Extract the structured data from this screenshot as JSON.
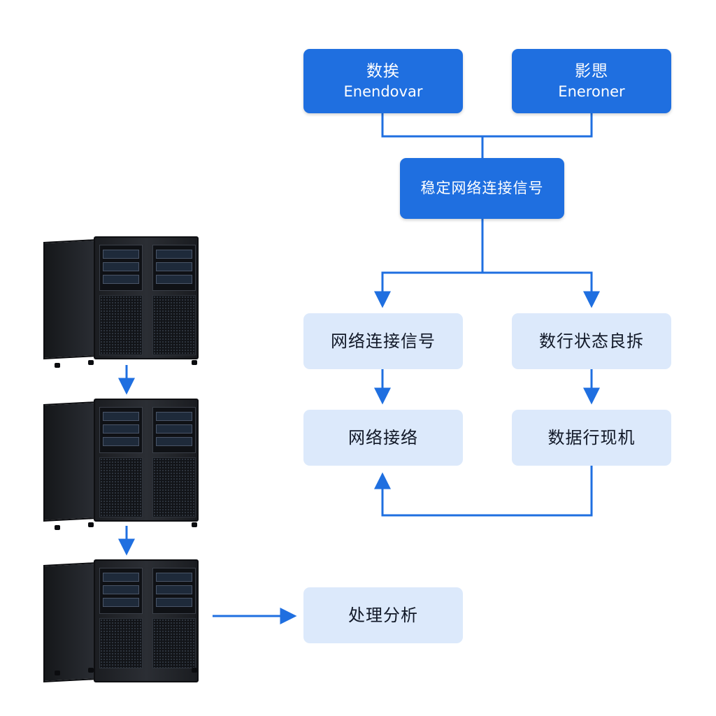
{
  "nodes": {
    "top_left": {
      "zh": "数挨",
      "en": "Enendovar"
    },
    "top_right": {
      "zh": "影愳",
      "en": "Eneroner"
    },
    "center": {
      "zh": "稳定网络连接信号"
    },
    "mid_left": {
      "zh": "网络连接信号"
    },
    "mid_right": {
      "zh": "数行状态良拆"
    },
    "low_left": {
      "zh": "网络接络"
    },
    "low_right": {
      "zh": "数据行现机"
    },
    "process": {
      "zh": "处理分析"
    }
  },
  "colors": {
    "accent": "#1f6fe0",
    "light_box": "#dce9fb",
    "line": "#1f6fe0"
  },
  "icons": [
    "server-rack-icon",
    "server-rack-icon",
    "server-rack-icon"
  ]
}
